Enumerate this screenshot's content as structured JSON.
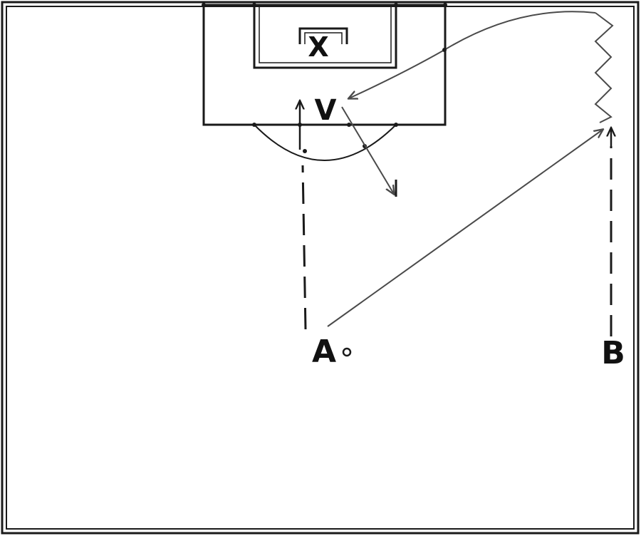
{
  "players": {
    "a_label": "A",
    "b_label": "B",
    "v_label": "V",
    "x_label": "X"
  },
  "style": {
    "line_color": "#1a1a1a",
    "pass_color": "#4a4a4a",
    "background": "#ffffff"
  },
  "icons": {
    "ball": "small-circle"
  }
}
